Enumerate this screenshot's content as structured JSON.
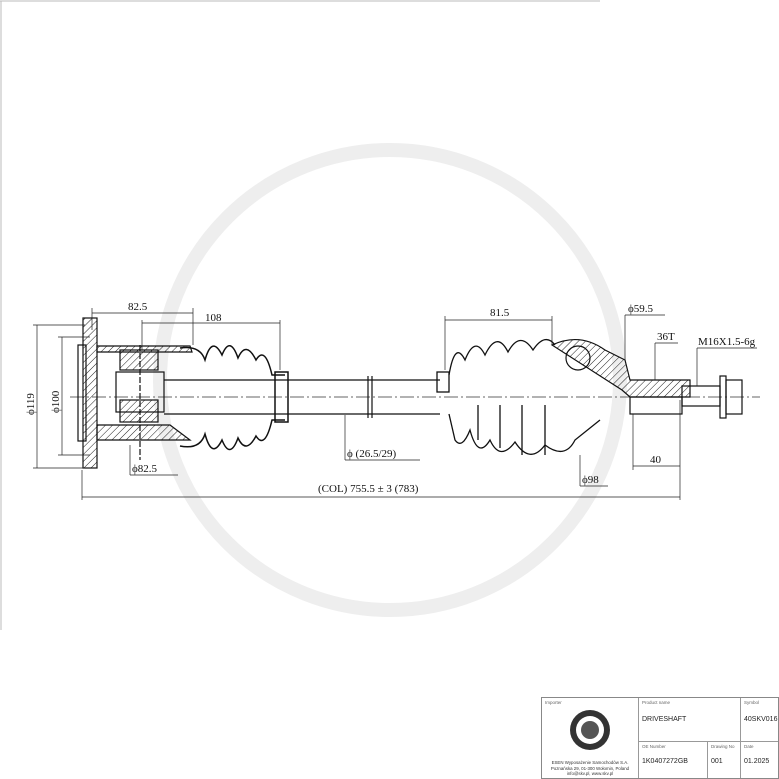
{
  "drawing": {
    "dimensions": {
      "d_flange_outer": "ϕ119",
      "d_flange_inner": "ϕ100",
      "d_housing": "ϕ82.5",
      "len_inner_joint": "82.5",
      "len_inner_boot": "108",
      "d_shaft": "ϕ (26.5/29)",
      "total_length": "(COL) 755.5 ± 3 (783)",
      "len_outer_boot": "81.5",
      "d_outer_joint": "ϕ59.5",
      "spline": "36T",
      "thread": "M16X1.5-6g",
      "stub_length": "40",
      "d_outer_boot": "ϕ98"
    }
  },
  "title_block": {
    "importer_label": "Importer",
    "product_name_label": "Product name",
    "product_name": "DRIVESHAFT",
    "symbol_label": "Symbol",
    "symbol": "40SKV016",
    "oe_label": "OE Number",
    "oe_number": "1K0407272GB",
    "drawing_no_label": "Drawing No",
    "drawing_no": "001",
    "date_label": "Date",
    "date": "01.2025",
    "address_line1": "ESEN Wyposażenie Samochodów S.A.",
    "address_line2": "Poznańska 29, 01-300 Wołomin, Poland",
    "address_line3": "info@skv.pl, www.skv.pl"
  }
}
